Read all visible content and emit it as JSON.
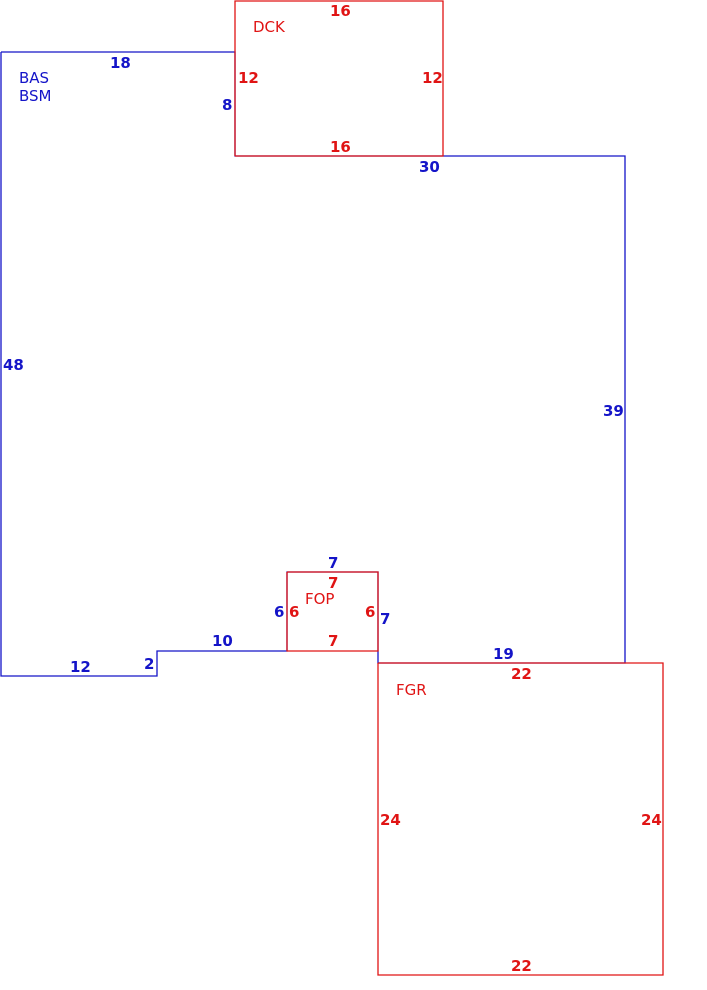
{
  "colors": {
    "main": "#1414c8",
    "addition": "#e01414",
    "background": "#ffffff"
  },
  "areas": {
    "main": {
      "codes": [
        "BAS",
        "BSM"
      ],
      "dimensions": [
        "18",
        "8",
        "30",
        "39",
        "19",
        "7",
        "6",
        "7",
        "10",
        "2",
        "12",
        "48"
      ]
    },
    "dck": {
      "code": "DCK",
      "dimensions": [
        "16",
        "12",
        "12",
        "16"
      ]
    },
    "fop": {
      "code": "FOP",
      "dimensions": [
        "7",
        "6",
        "6",
        "7"
      ]
    },
    "fgr": {
      "code": "FGR",
      "dimensions": [
        "22",
        "24",
        "24",
        "22"
      ]
    }
  }
}
